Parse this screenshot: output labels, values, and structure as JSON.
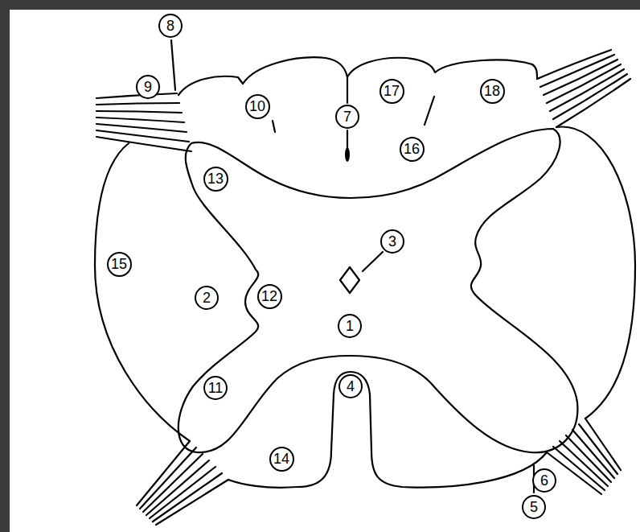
{
  "diagram": {
    "labels": [
      "8",
      "9",
      "10",
      "7",
      "17",
      "18",
      "16",
      "13",
      "3",
      "15",
      "2",
      "12",
      "1",
      "11",
      "4",
      "14",
      "6",
      "5"
    ]
  }
}
